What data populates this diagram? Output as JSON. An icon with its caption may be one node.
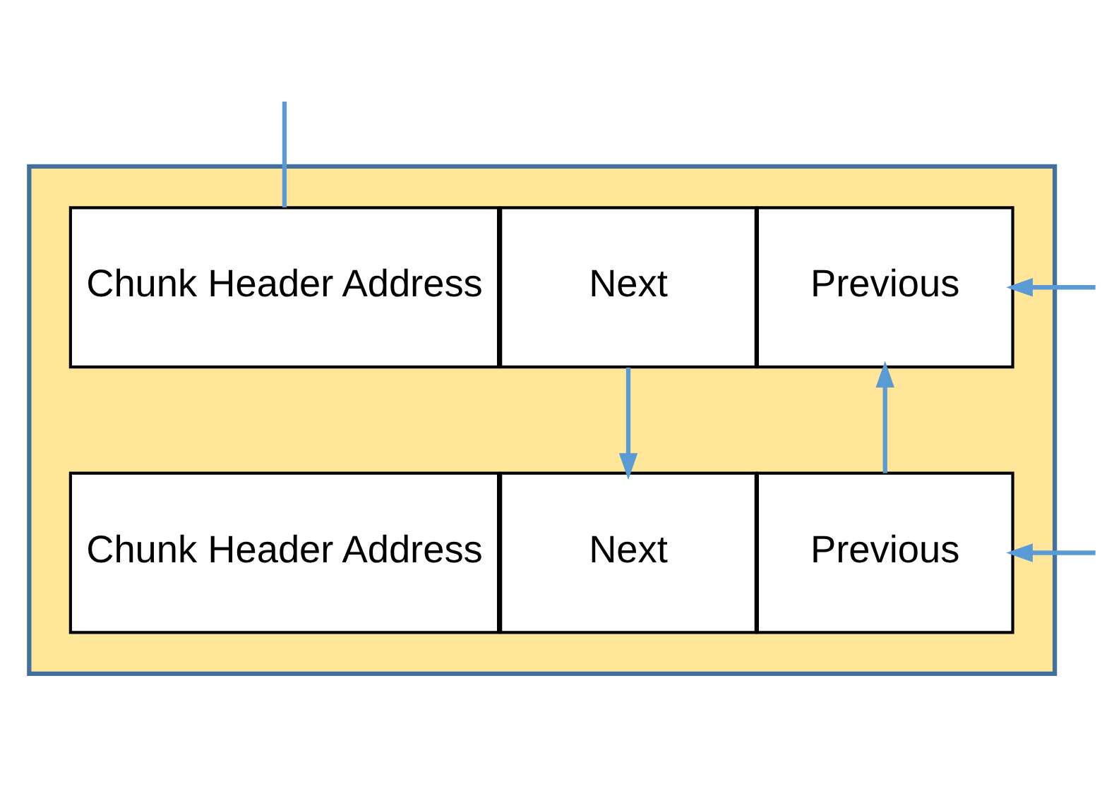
{
  "diagram": {
    "nodes": [
      {
        "text": [],
        "shape": "box"
      },
      {
        "text": [
          "Chunk Header Address"
        ],
        "in": 0
      },
      {
        "text": [
          "Next"
        ],
        "in": 0
      },
      {
        "text": [
          "Previous"
        ],
        "in": 0
      },
      {
        "text": [
          "Chunk Header Address"
        ],
        "in": 0
      },
      {
        "text": [
          "Next"
        ],
        "in": 0
      },
      {
        "text": [
          "Previous"
        ],
        "in": 0
      }
    ],
    "edges": [
      {
        "from": null,
        "to": 1,
        "arrow": "none"
      },
      {
        "from": null,
        "to": 3,
        "arrow": "to"
      },
      {
        "from": 2,
        "to": 5,
        "arrow": "to"
      },
      {
        "from": 6,
        "to": 3,
        "arrow": "to"
      },
      {
        "from": null,
        "to": 6,
        "arrow": "to"
      }
    ]
  }
}
